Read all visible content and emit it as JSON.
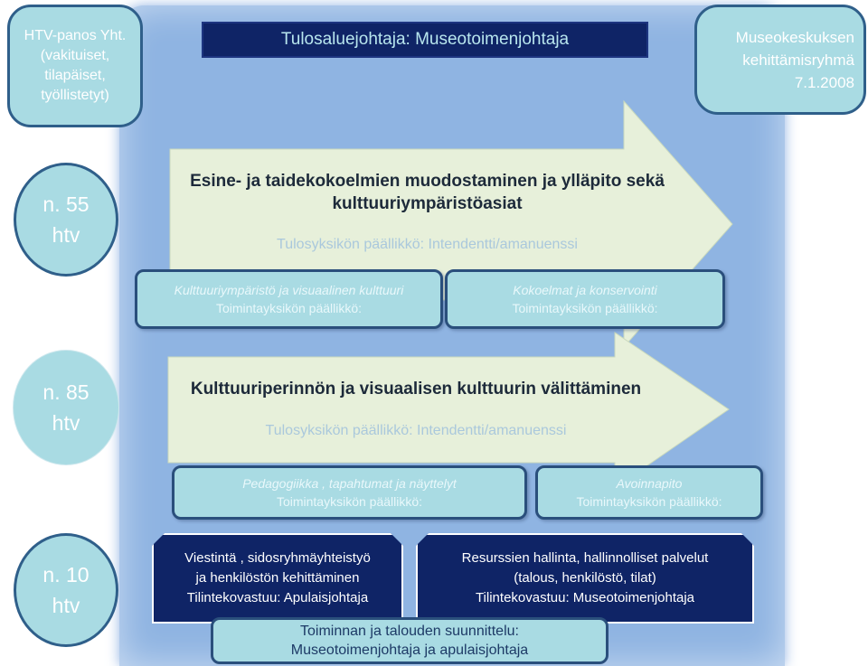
{
  "topLeft": {
    "lines": [
      "HTV-panos Yht.",
      "(vakituiset,",
      "tilapäiset,",
      "työllistetyt)"
    ]
  },
  "header": {
    "title": "Tulosaluejohtaja: Museotoimenjohtaja"
  },
  "topRight": {
    "lines": [
      "Museokeskuksen",
      "kehittämisryhmä",
      "7.1.2008"
    ]
  },
  "circles": [
    {
      "lines": [
        "n. 55",
        "htv"
      ]
    },
    {
      "lines": [
        "n. 85",
        "htv"
      ]
    },
    {
      "lines": [
        "n. 10",
        "htv"
      ]
    }
  ],
  "arrow1": {
    "title_lines": [
      "Esine- ja taidekokoelmien muodostaminen ja ylläpito sekä",
      "kulttuuriympäristöasiat"
    ],
    "subtitle": "Tulosyksikön päällikkö: Intendentti/amanuenssi",
    "boxes": [
      {
        "line1": "Kulttuuriympäristö ja visuaalinen kulttuuri",
        "line2": "Toimintayksikön päällikkö:"
      },
      {
        "line1": "Kokoelmat ja konservointi",
        "line2": "Toimintayksikön päällikkö:"
      }
    ]
  },
  "arrow2": {
    "title": "Kulttuuriperinnön  ja visuaalisen kulttuurin välittäminen",
    "subtitle": "Tulosyksikön päällikkö: Intendentti/amanuenssi",
    "boxes": [
      {
        "line1": "Pedagogiikka , tapahtumat ja näyttelyt",
        "line2": "Toimintayksikön päällikkö:"
      },
      {
        "line1": "Avoinnapito",
        "line2": "Toimintayksikön päällikkö:"
      }
    ]
  },
  "bottom": {
    "left": {
      "lines": [
        "Viestintä , sidosryhmäyhteistyö",
        "ja henkilöstön kehittäminen",
        "Tilintekovastuu: Apulaisjohtaja"
      ]
    },
    "right": {
      "lines": [
        "Resurssien hallinta, hallinnolliset palvelut",
        "(talous, henkilöstö, tilat)",
        "Tilintekovastuu: Museotoimenjohtaja"
      ]
    },
    "plan": {
      "lines": [
        "Toiminnan ja talouden suunnittelu:",
        "Museotoimenjohtaja ja apulaisjohtaja"
      ]
    }
  },
  "colors": {
    "panel": "#8fb4e2",
    "navy": "#0f2466",
    "light_teal": "#a9dbe3",
    "arrow_fill": "#e7f0da",
    "border_dark": "#2f5f8a"
  }
}
